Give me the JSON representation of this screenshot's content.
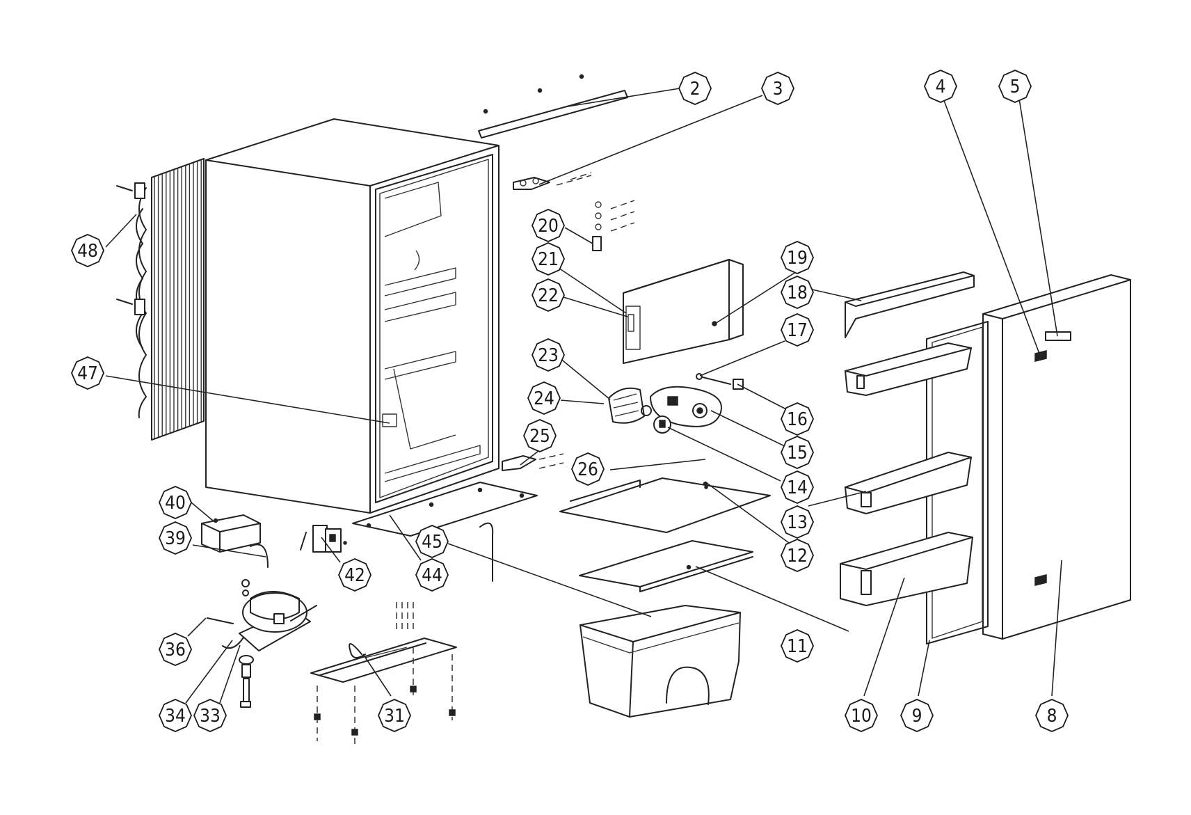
{
  "callouts": {
    "c2": "2",
    "c3": "3",
    "c4": "4",
    "c5": "5",
    "c8": "8",
    "c9": "9",
    "c10": "10",
    "c11": "11",
    "c12": "12",
    "c13": "13",
    "c14": "14",
    "c15": "15",
    "c16": "16",
    "c17": "17",
    "c18": "18",
    "c19": "19",
    "c20": "20",
    "c21": "21",
    "c22": "22",
    "c23": "23",
    "c24": "24",
    "c25": "25",
    "c26": "26",
    "c31": "31",
    "c33": "33",
    "c34": "34",
    "c36": "36",
    "c39": "39",
    "c40": "40",
    "c42": "42",
    "c44": "44",
    "c45": "45",
    "c47": "47",
    "c48": "48"
  }
}
